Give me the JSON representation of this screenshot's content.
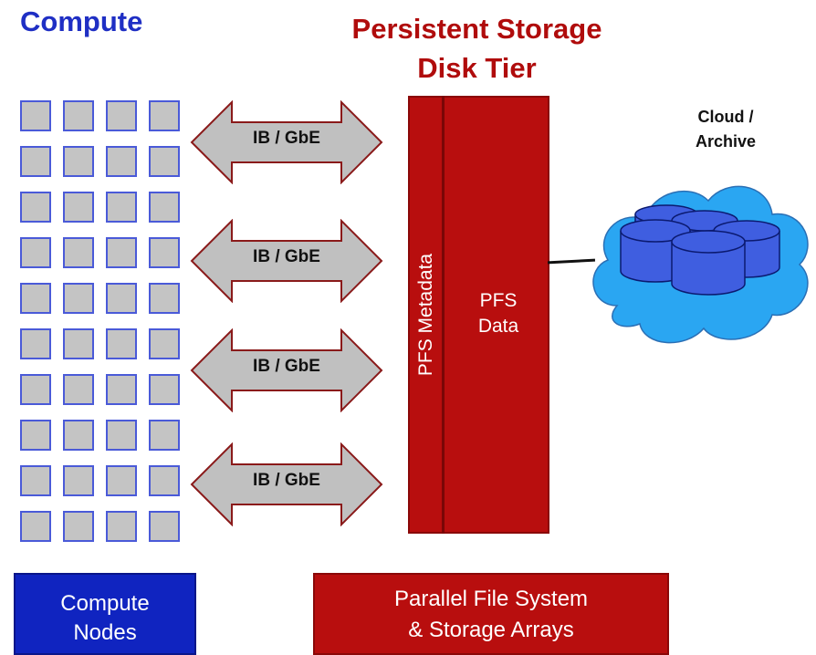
{
  "titles": {
    "compute": "Compute",
    "storage_line1": "Persistent Storage",
    "storage_line2": "Disk Tier"
  },
  "compute_grid": {
    "rows": 10,
    "cols": 4
  },
  "links": [
    {
      "label": "IB / GbE"
    },
    {
      "label": "IB / GbE"
    },
    {
      "label": "IB / GbE"
    },
    {
      "label": "IB / GbE"
    }
  ],
  "storage": {
    "metadata_label": "PFS Metadata",
    "data_label_line1": "PFS",
    "data_label_line2": "Data"
  },
  "cloud": {
    "label_line1": "Cloud /",
    "label_line2": "Archive",
    "icon": "database-cylinders-icon"
  },
  "legend": {
    "compute_line1": "Compute",
    "compute_line2": "Nodes",
    "storage_line1": "Parallel File System",
    "storage_line2": "& Storage Arrays"
  },
  "colors": {
    "compute_blue": "#1024c0",
    "storage_red": "#b80e0e",
    "node_gray": "#c4c4c4",
    "arrow_fill": "#c0c0c0",
    "arrow_stroke": "#8a1a1a",
    "cloud_fill": "#2aa6f2",
    "cylinder_fill": "#3f5ee0"
  }
}
